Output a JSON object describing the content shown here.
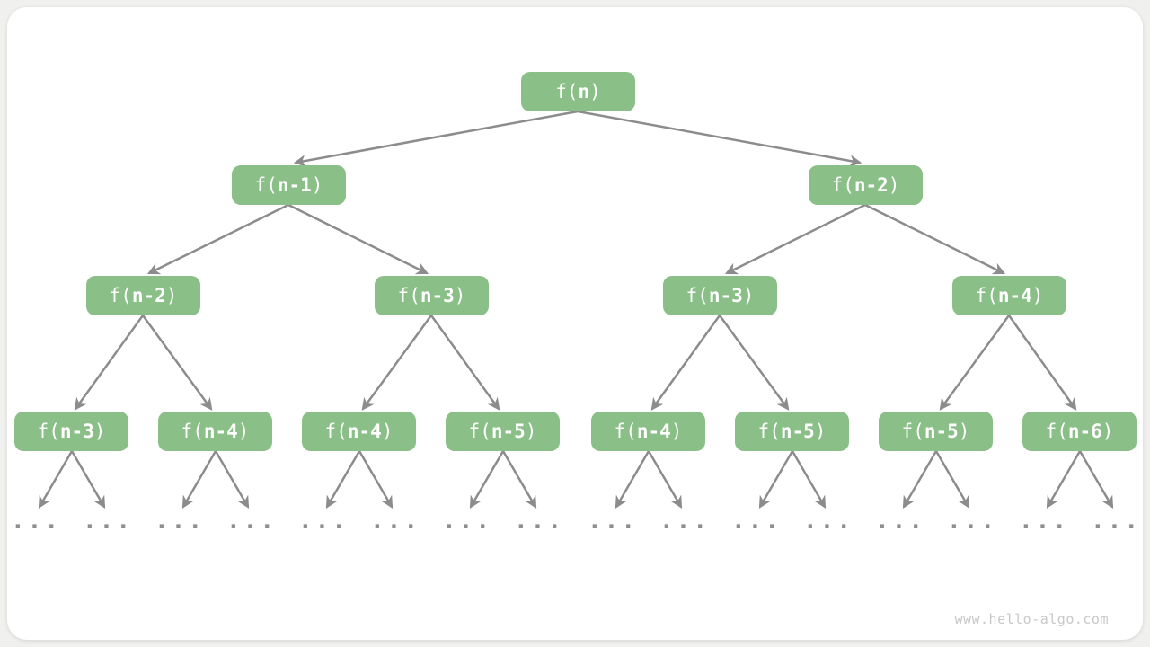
{
  "page": {
    "watermark": "www.hello-algo.com",
    "background_color": "#f0f0ee",
    "card_color": "#ffffff"
  },
  "tree": {
    "ellipsis": "...",
    "node_color": "#8abf88",
    "node_text_color": "#ffffff",
    "arrow_color": "#8c8c8c",
    "nodes": [
      {
        "label": "f(n)",
        "prefix": "f(",
        "inner": "n",
        "suffix": ")",
        "level": 1
      },
      {
        "label": "f(n-1)",
        "prefix": "f(",
        "inner": "n-1",
        "suffix": ")",
        "level": 2
      },
      {
        "label": "f(n-2)",
        "prefix": "f(",
        "inner": "n-2",
        "suffix": ")",
        "level": 2
      },
      {
        "label": "f(n-2)",
        "prefix": "f(",
        "inner": "n-2",
        "suffix": ")",
        "level": 3
      },
      {
        "label": "f(n-3)",
        "prefix": "f(",
        "inner": "n-3",
        "suffix": ")",
        "level": 3
      },
      {
        "label": "f(n-3)",
        "prefix": "f(",
        "inner": "n-3",
        "suffix": ")",
        "level": 3
      },
      {
        "label": "f(n-4)",
        "prefix": "f(",
        "inner": "n-4",
        "suffix": ")",
        "level": 3
      },
      {
        "label": "f(n-3)",
        "prefix": "f(",
        "inner": "n-3",
        "suffix": ")",
        "level": 4
      },
      {
        "label": "f(n-4)",
        "prefix": "f(",
        "inner": "n-4",
        "suffix": ")",
        "level": 4
      },
      {
        "label": "f(n-4)",
        "prefix": "f(",
        "inner": "n-4",
        "suffix": ")",
        "level": 4
      },
      {
        "label": "f(n-5)",
        "prefix": "f(",
        "inner": "n-5",
        "suffix": ")",
        "level": 4
      },
      {
        "label": "f(n-4)",
        "prefix": "f(",
        "inner": "n-4",
        "suffix": ")",
        "level": 4
      },
      {
        "label": "f(n-5)",
        "prefix": "f(",
        "inner": "n-5",
        "suffix": ")",
        "level": 4
      },
      {
        "label": "f(n-5)",
        "prefix": "f(",
        "inner": "n-5",
        "suffix": ")",
        "level": 4
      },
      {
        "label": "f(n-6)",
        "prefix": "f(",
        "inner": "n-6",
        "suffix": ")",
        "level": 4
      }
    ]
  }
}
